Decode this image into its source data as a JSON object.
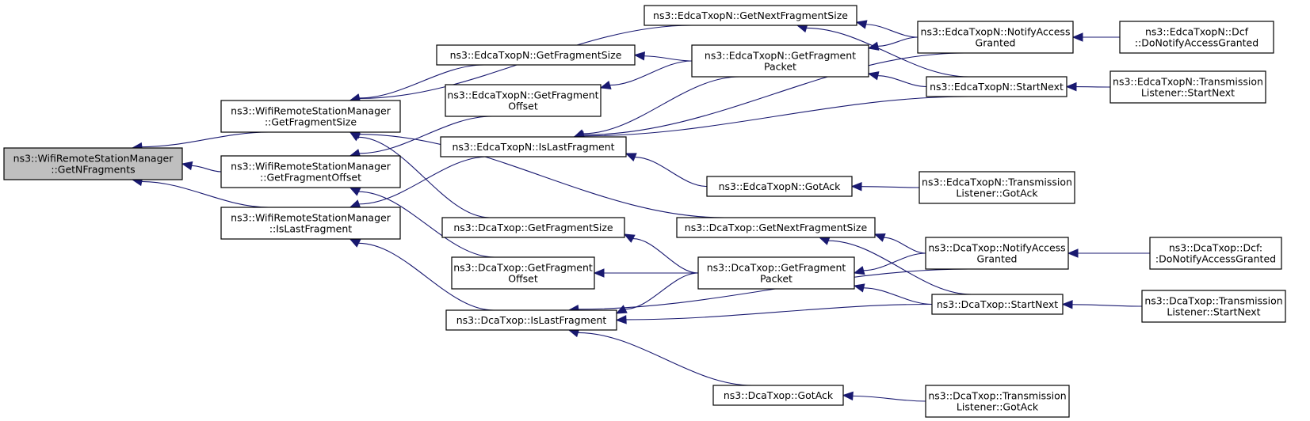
{
  "diagram": {
    "type": "call-graph",
    "edge_color": "#191970",
    "root_fill": "#bfbfbf",
    "nodes": [
      {
        "id": "n0",
        "lines": [
          "ns3::WifiRemoteStationManager",
          "::GetNFragments"
        ],
        "root": true
      },
      {
        "id": "n1",
        "lines": [
          "ns3::WifiRemoteStationManager",
          "::GetFragmentSize"
        ]
      },
      {
        "id": "n2",
        "lines": [
          "ns3::WifiRemoteStationManager",
          "::GetFragmentOffset"
        ]
      },
      {
        "id": "n3",
        "lines": [
          "ns3::WifiRemoteStationManager",
          "::IsLastFragment"
        ]
      },
      {
        "id": "n4",
        "lines": [
          "ns3::EdcaTxopN::GetNextFragmentSize"
        ]
      },
      {
        "id": "n5",
        "lines": [
          "ns3::EdcaTxopN::GetFragmentSize"
        ]
      },
      {
        "id": "n6",
        "lines": [
          "ns3::EdcaTxopN::GetFragment",
          "Offset"
        ]
      },
      {
        "id": "n7",
        "lines": [
          "ns3::EdcaTxopN::IsLastFragment"
        ]
      },
      {
        "id": "n8",
        "lines": [
          "ns3::EdcaTxopN::GetFragment",
          "Packet"
        ]
      },
      {
        "id": "n9",
        "lines": [
          "ns3::EdcaTxopN::NotifyAccess",
          "Granted"
        ]
      },
      {
        "id": "n10",
        "lines": [
          "ns3::EdcaTxopN::StartNext"
        ]
      },
      {
        "id": "n11",
        "lines": [
          "ns3::EdcaTxopN::Dcf",
          "::DoNotifyAccessGranted"
        ]
      },
      {
        "id": "n12",
        "lines": [
          "ns3::EdcaTxopN::Transmission",
          "Listener::StartNext"
        ]
      },
      {
        "id": "n13",
        "lines": [
          "ns3::EdcaTxopN::GotAck"
        ]
      },
      {
        "id": "n14",
        "lines": [
          "ns3::EdcaTxopN::Transmission",
          "Listener::GotAck"
        ]
      },
      {
        "id": "n15",
        "lines": [
          "ns3::DcaTxop::GetFragmentSize"
        ]
      },
      {
        "id": "n16",
        "lines": [
          "ns3::DcaTxop::GetNextFragmentSize"
        ]
      },
      {
        "id": "n17",
        "lines": [
          "ns3::DcaTxop::GetFragment",
          "Offset"
        ]
      },
      {
        "id": "n18",
        "lines": [
          "ns3::DcaTxop::GetFragment",
          "Packet"
        ]
      },
      {
        "id": "n19",
        "lines": [
          "ns3::DcaTxop::IsLastFragment"
        ]
      },
      {
        "id": "n20",
        "lines": [
          "ns3::DcaTxop::NotifyAccess",
          "Granted"
        ]
      },
      {
        "id": "n21",
        "lines": [
          "ns3::DcaTxop::StartNext"
        ]
      },
      {
        "id": "n22",
        "lines": [
          "ns3::DcaTxop::Dcf:",
          ":DoNotifyAccessGranted"
        ]
      },
      {
        "id": "n23",
        "lines": [
          "ns3::DcaTxop::Transmission",
          "Listener::StartNext"
        ]
      },
      {
        "id": "n24",
        "lines": [
          "ns3::DcaTxop::GotAck"
        ]
      },
      {
        "id": "n25",
        "lines": [
          "ns3::DcaTxop::Transmission",
          "Listener::GotAck"
        ]
      }
    ],
    "edges": [
      {
        "from": "n1",
        "to": "n0"
      },
      {
        "from": "n2",
        "to": "n0"
      },
      {
        "from": "n3",
        "to": "n0"
      },
      {
        "from": "n4",
        "to": "n1"
      },
      {
        "from": "n5",
        "to": "n1"
      },
      {
        "from": "n15",
        "to": "n1"
      },
      {
        "from": "n16",
        "to": "n1"
      },
      {
        "from": "n6",
        "to": "n2"
      },
      {
        "from": "n17",
        "to": "n2"
      },
      {
        "from": "n7",
        "to": "n3"
      },
      {
        "from": "n19",
        "to": "n3"
      },
      {
        "from": "n8",
        "to": "n5"
      },
      {
        "from": "n8",
        "to": "n6"
      },
      {
        "from": "n8",
        "to": "n7"
      },
      {
        "from": "n9",
        "to": "n4"
      },
      {
        "from": "n10",
        "to": "n4"
      },
      {
        "from": "n9",
        "to": "n8"
      },
      {
        "from": "n10",
        "to": "n8"
      },
      {
        "from": "n9",
        "to": "n7"
      },
      {
        "from": "n10",
        "to": "n7"
      },
      {
        "from": "n13",
        "to": "n7"
      },
      {
        "from": "n11",
        "to": "n9"
      },
      {
        "from": "n12",
        "to": "n10"
      },
      {
        "from": "n14",
        "to": "n13"
      },
      {
        "from": "n18",
        "to": "n15"
      },
      {
        "from": "n18",
        "to": "n17"
      },
      {
        "from": "n18",
        "to": "n19"
      },
      {
        "from": "n20",
        "to": "n16"
      },
      {
        "from": "n21",
        "to": "n16"
      },
      {
        "from": "n20",
        "to": "n18"
      },
      {
        "from": "n21",
        "to": "n18"
      },
      {
        "from": "n20",
        "to": "n19"
      },
      {
        "from": "n21",
        "to": "n19"
      },
      {
        "from": "n24",
        "to": "n19"
      },
      {
        "from": "n22",
        "to": "n20"
      },
      {
        "from": "n23",
        "to": "n21"
      },
      {
        "from": "n25",
        "to": "n24"
      }
    ]
  }
}
